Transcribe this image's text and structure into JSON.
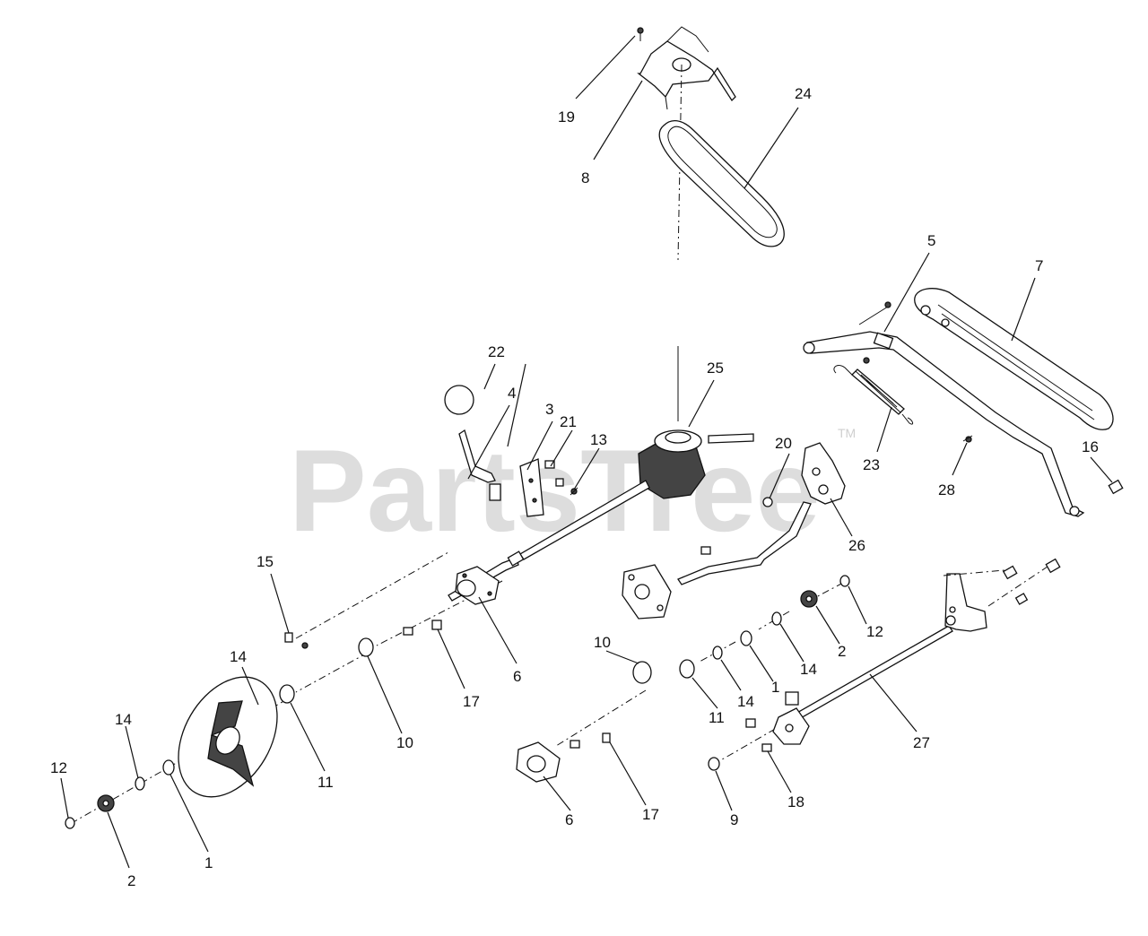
{
  "watermark": {
    "text": "PartsTree",
    "mark": "TM"
  },
  "callouts": [
    {
      "id": "c19",
      "label": "19"
    },
    {
      "id": "c8",
      "label": "8"
    },
    {
      "id": "c24",
      "label": "24"
    },
    {
      "id": "c5",
      "label": "5"
    },
    {
      "id": "c7",
      "label": "7"
    },
    {
      "id": "c22",
      "label": "22"
    },
    {
      "id": "c25",
      "label": "25"
    },
    {
      "id": "c4",
      "label": "4"
    },
    {
      "id": "c3",
      "label": "3"
    },
    {
      "id": "c21",
      "label": "21"
    },
    {
      "id": "c13",
      "label": "13"
    },
    {
      "id": "c20",
      "label": "20"
    },
    {
      "id": "c23",
      "label": "23"
    },
    {
      "id": "c16",
      "label": "16"
    },
    {
      "id": "c28",
      "label": "28"
    },
    {
      "id": "c26",
      "label": "26"
    },
    {
      "id": "c15",
      "label": "15"
    },
    {
      "id": "c6a",
      "label": "6"
    },
    {
      "id": "c17a",
      "label": "17"
    },
    {
      "id": "c10a",
      "label": "10"
    },
    {
      "id": "c11a",
      "label": "11"
    },
    {
      "id": "c14a",
      "label": "14"
    },
    {
      "id": "c14b",
      "label": "14"
    },
    {
      "id": "c12a",
      "label": "12"
    },
    {
      "id": "c2a",
      "label": "2"
    },
    {
      "id": "c1a",
      "label": "1"
    },
    {
      "id": "c10b",
      "label": "10"
    },
    {
      "id": "c11b",
      "label": "11"
    },
    {
      "id": "c14c",
      "label": "14"
    },
    {
      "id": "c1b",
      "label": "1"
    },
    {
      "id": "c14d",
      "label": "14"
    },
    {
      "id": "c2b",
      "label": "2"
    },
    {
      "id": "c12b",
      "label": "12"
    },
    {
      "id": "c27",
      "label": "27"
    },
    {
      "id": "c6b",
      "label": "6"
    },
    {
      "id": "c17b",
      "label": "17"
    },
    {
      "id": "c9",
      "label": "9"
    },
    {
      "id": "c18",
      "label": "18"
    }
  ]
}
